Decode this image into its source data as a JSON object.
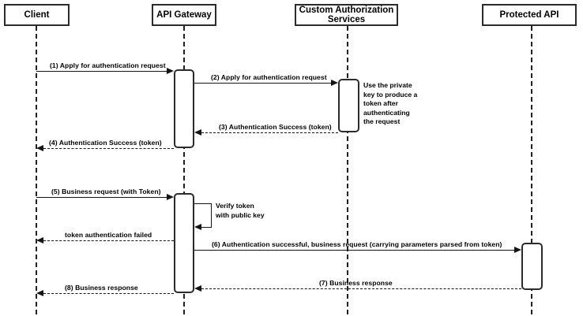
{
  "diagram": {
    "title": "API Gateway token authentication sequence diagram",
    "type": "sequence-diagram",
    "background": "#ffffff",
    "line_color": "#141414",
    "box_border_color": "#2b2b2b"
  },
  "participants": [
    {
      "id": "client",
      "label": "Client"
    },
    {
      "id": "api-gateway",
      "label": "API Gateway"
    },
    {
      "id": "custom-authorization-services",
      "label": "Custom Authorization Services"
    },
    {
      "id": "protected-api",
      "label": "Protected API"
    }
  ],
  "messages": [
    {
      "id": "m1",
      "label": "(1) Apply for authentication request",
      "from": "client",
      "to": "api-gateway",
      "style": "solid",
      "direction": "right"
    },
    {
      "id": "m2",
      "label": "(2) Apply for authentication request",
      "from": "api-gateway",
      "to": "custom-authorization-services",
      "style": "solid",
      "direction": "right"
    },
    {
      "id": "m3",
      "label": "(3) Authentication Success (token)",
      "from": "custom-authorization-services",
      "to": "api-gateway",
      "style": "dashed",
      "direction": "left"
    },
    {
      "id": "m4",
      "label": "(4) Authentication Success (token)",
      "from": "api-gateway",
      "to": "client",
      "style": "dashed",
      "direction": "left"
    },
    {
      "id": "m5",
      "label": "(5) Business request (with Token)",
      "from": "client",
      "to": "api-gateway",
      "style": "solid",
      "direction": "right"
    },
    {
      "id": "m_self",
      "label": "Verify token\nwith public key",
      "from": "api-gateway",
      "to": "api-gateway",
      "style": "solid",
      "direction": "self"
    },
    {
      "id": "m_fail",
      "label": "token authentication failed",
      "from": "api-gateway",
      "to": "client",
      "style": "dashed",
      "direction": "left"
    },
    {
      "id": "m6",
      "label": "(6) Authentication successful, business request (carrying parameters parsed from token)",
      "from": "api-gateway",
      "to": "protected-api",
      "style": "solid",
      "direction": "right"
    },
    {
      "id": "m7",
      "label": "(7) Business response",
      "from": "protected-api",
      "to": "api-gateway",
      "style": "dashed",
      "direction": "left"
    },
    {
      "id": "m8",
      "label": "(8) Business response",
      "from": "api-gateway",
      "to": "client",
      "style": "dashed",
      "direction": "left"
    }
  ],
  "notes": [
    {
      "id": "note-private-key",
      "label": "Use the private\nkey to produce a\ntoken after\nauthenticating\nthe request",
      "attached_to": "custom-authorization-services"
    }
  ]
}
